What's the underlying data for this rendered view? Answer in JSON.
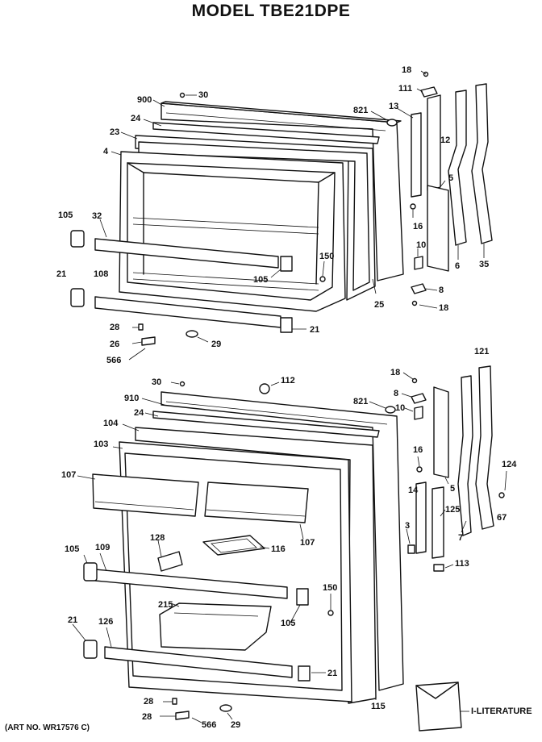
{
  "title": "MODEL TBE21DPE",
  "art_number": "(ART NO. WR17576 C)",
  "upper_callouts": [
    "18",
    "111",
    "900",
    "30",
    "821",
    "13",
    "12",
    "24",
    "23",
    "4",
    "5",
    "105",
    "32",
    "16",
    "10",
    "6",
    "35",
    "150",
    "105",
    "21",
    "108",
    "8",
    "18",
    "25",
    "28",
    "21",
    "26",
    "29",
    "566"
  ],
  "lower_callouts": [
    "18",
    "121",
    "30",
    "112",
    "910",
    "8",
    "821",
    "10",
    "24",
    "104",
    "103",
    "16",
    "107",
    "124",
    "5",
    "14",
    "125",
    "67",
    "3",
    "7",
    "128",
    "116",
    "107",
    "113",
    "105",
    "109",
    "150",
    "215",
    "105",
    "21",
    "126",
    "21",
    "28",
    "28",
    "566",
    "29",
    "115",
    "I-LITERATURE"
  ]
}
